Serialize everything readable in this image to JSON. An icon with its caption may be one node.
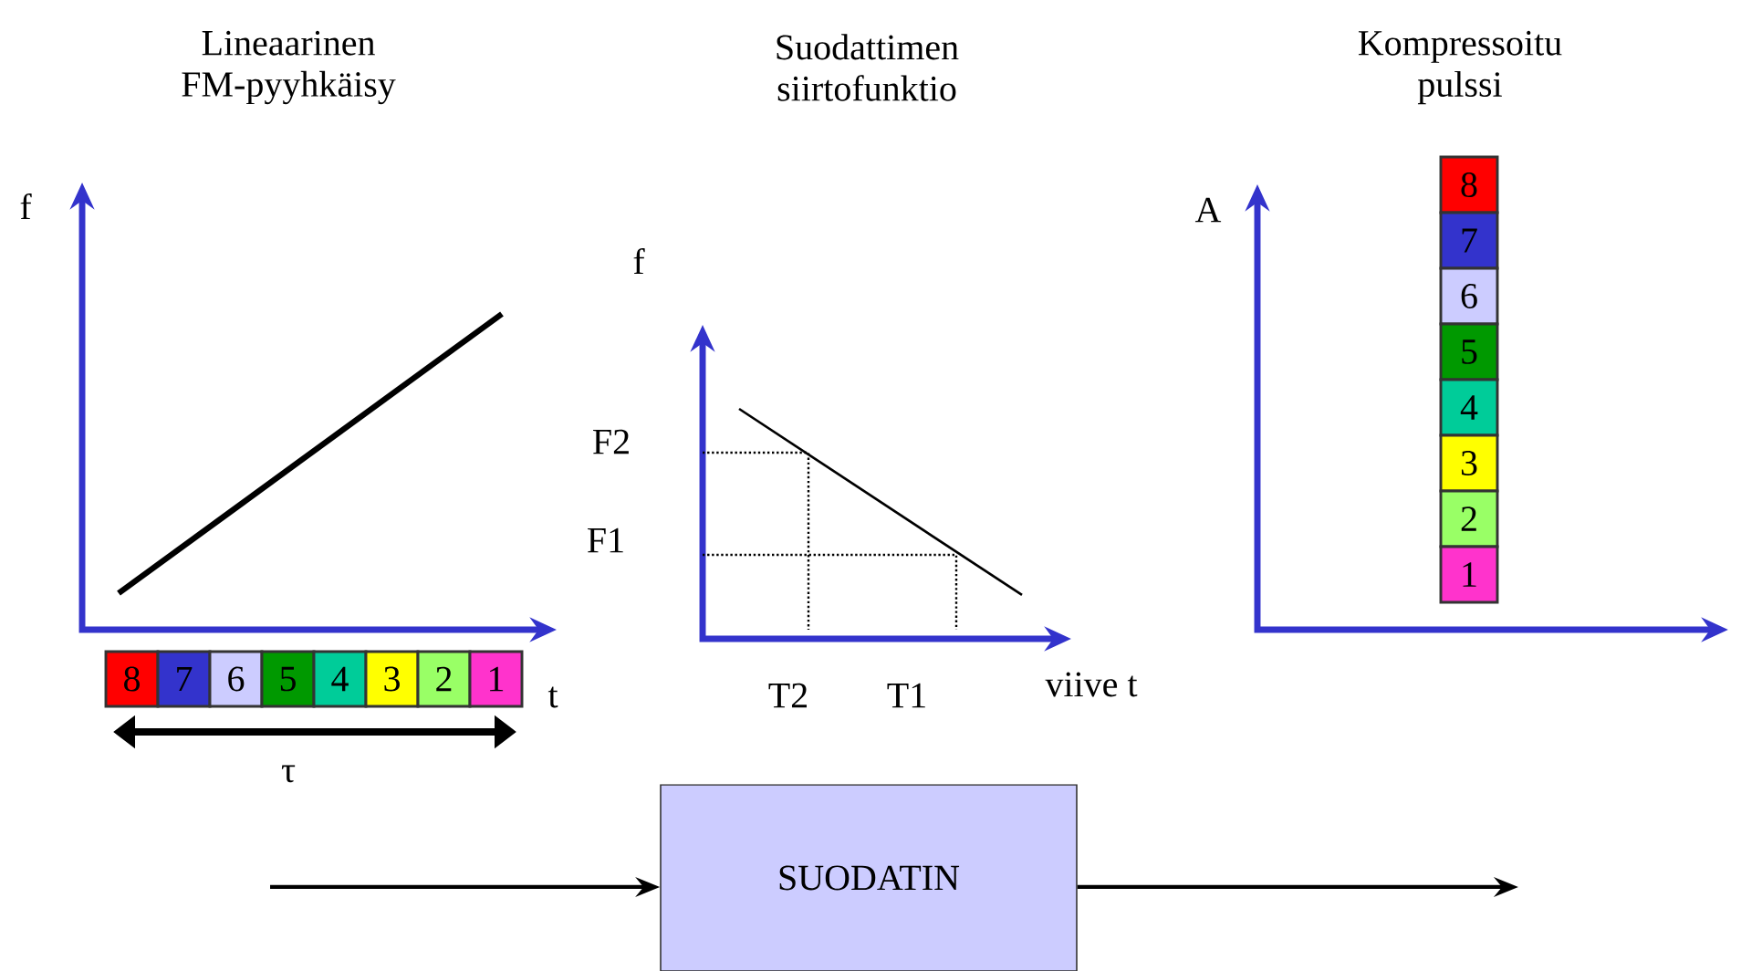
{
  "diagram": {
    "nodes": [
      {
        "text": [
          "8"
        ]
      },
      {
        "text": [
          "7"
        ]
      },
      {
        "text": [
          "6"
        ]
      },
      {
        "text": [
          "5"
        ]
      },
      {
        "text": [
          "4"
        ]
      },
      {
        "text": [
          "3"
        ]
      },
      {
        "text": [
          "2"
        ]
      },
      {
        "text": [
          "1"
        ]
      },
      {
        "text": [
          "8"
        ]
      },
      {
        "text": [
          "7"
        ]
      },
      {
        "text": [
          "6"
        ]
      },
      {
        "text": [
          "5"
        ]
      },
      {
        "text": [
          "4"
        ]
      },
      {
        "text": [
          "3"
        ]
      },
      {
        "text": [
          "2"
        ]
      },
      {
        "text": [
          "1"
        ]
      },
      {
        "text": [
          "SUODATIN"
        ]
      }
    ],
    "edges": [
      {
        "from": null,
        "to": 16,
        "arrow": "to"
      },
      {
        "from": 16,
        "to": null,
        "arrow": "to"
      }
    ],
    "labels": [
      "Lineaarinen FM-pyyhkäisy",
      "Suodattimen siirtofunktio",
      "Kompressoitu pulssi",
      "f",
      "A",
      "f",
      "F2",
      "F1",
      "t",
      "viive t",
      "T2",
      "T1",
      "τ"
    ]
  }
}
